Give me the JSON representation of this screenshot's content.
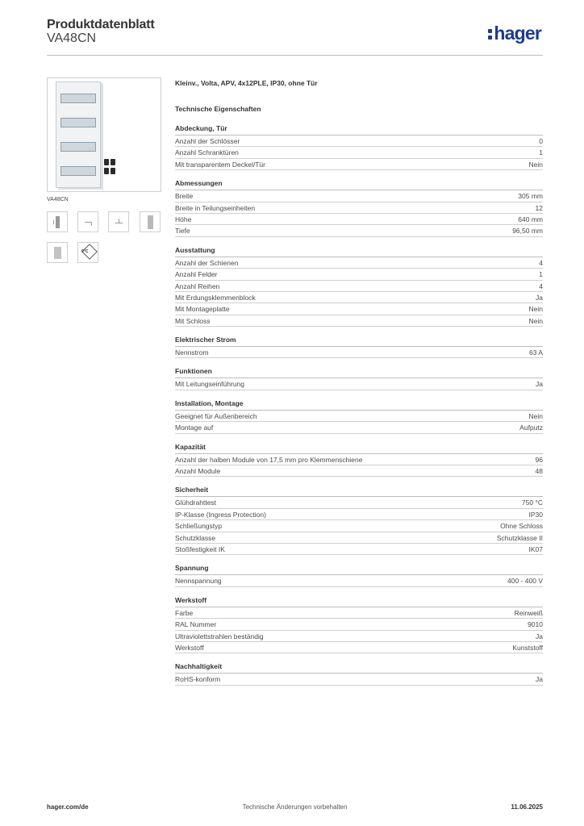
{
  "header": {
    "title": "Produktdatenblatt",
    "code": "VA48CN",
    "brand": "hager"
  },
  "image": {
    "caption": "VA48CN",
    "icons": [
      "front-view-icon",
      "dimension-drawing-icon",
      "side-drawing-icon",
      "side-view-icon",
      "cabinet-view-icon",
      "certification-icon"
    ],
    "cert_label": "0°C"
  },
  "product": {
    "description": "Kleinv., Volta, APV, 4x12PLE, IP30, ohne Tür",
    "tech_heading": "Technische Eigenschaften"
  },
  "sections": [
    {
      "title": "Abdeckung, Tür",
      "rows": [
        {
          "label": "Anzahl der Schlösser",
          "value": "0"
        },
        {
          "label": "Anzahl Schranktüren",
          "value": "1"
        },
        {
          "label": "Mit transparentem Deckel/Tür",
          "value": "Nein"
        }
      ]
    },
    {
      "title": "Abmessungen",
      "rows": [
        {
          "label": "Breite",
          "value": "305 mm"
        },
        {
          "label": "Breite in Teilungseinheiten",
          "value": "12"
        },
        {
          "label": "Höhe",
          "value": "640 mm"
        },
        {
          "label": "Tiefe",
          "value": "96,50 mm"
        }
      ]
    },
    {
      "title": "Ausstattung",
      "rows": [
        {
          "label": "Anzahl der Schienen",
          "value": "4"
        },
        {
          "label": "Anzahl Felder",
          "value": "1"
        },
        {
          "label": "Anzahl Reihen",
          "value": "4"
        },
        {
          "label": "Mit Erdungsklemmenblock",
          "value": "Ja"
        },
        {
          "label": "Mit Montageplatte",
          "value": "Nein"
        },
        {
          "label": "Mit Schloss",
          "value": "Nein"
        }
      ]
    },
    {
      "title": "Elektrischer Strom",
      "rows": [
        {
          "label": "Nennstrom",
          "value": "63 A"
        }
      ]
    },
    {
      "title": "Funktionen",
      "rows": [
        {
          "label": "Mit Leitungseinführung",
          "value": "Ja"
        }
      ]
    },
    {
      "title": "Installation, Montage",
      "rows": [
        {
          "label": "Geeignet für Außenbereich",
          "value": "Nein"
        },
        {
          "label": "Montage auf",
          "value": "Aufputz"
        }
      ]
    },
    {
      "title": "Kapazität",
      "rows": [
        {
          "label": "Anzahl der halben Module von 17,5 mm pro Klemmenschiene",
          "value": "96"
        },
        {
          "label": "Anzahl Module",
          "value": "48"
        }
      ]
    },
    {
      "title": "Sicherheit",
      "rows": [
        {
          "label": "Glühdrahttest",
          "value": "750 °C"
        },
        {
          "label": "IP-Klasse (Ingress Protection)",
          "value": "IP30"
        },
        {
          "label": "Schließungstyp",
          "value": "Ohne Schloss"
        },
        {
          "label": "Schutzklasse",
          "value": "Schutzklasse II"
        },
        {
          "label": "Stoßfestigkeit IK",
          "value": "IK07"
        }
      ]
    },
    {
      "title": "Spannung",
      "rows": [
        {
          "label": "Nennspannung",
          "value": "400 - 400 V"
        }
      ]
    },
    {
      "title": "Werkstoff",
      "rows": [
        {
          "label": "Farbe",
          "value": "Reinweiß"
        },
        {
          "label": "RAL Nummer",
          "value": "9010"
        },
        {
          "label": "Ultraviolettstrahlen beständig",
          "value": "Ja"
        },
        {
          "label": "Werkstoff",
          "value": "Kunststoff"
        }
      ]
    },
    {
      "title": "Nachhaltigkeit",
      "rows": [
        {
          "label": "RoHS-konform",
          "value": "Ja"
        }
      ]
    }
  ],
  "footer": {
    "website": "hager.com/de",
    "note": "Technische Änderungen vorbehalten",
    "date": "11.06.2025"
  },
  "colors": {
    "brand": "#1d3c8c",
    "rule": "#bdbdbd"
  }
}
